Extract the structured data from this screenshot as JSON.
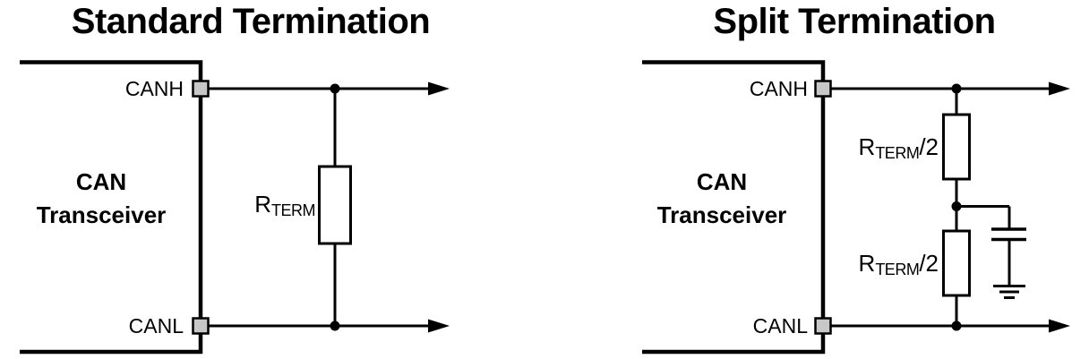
{
  "colors": {
    "line": "#000000",
    "pin_fill": "#c8c8c8",
    "resistor_fill": "#ffffff",
    "background": "#ffffff"
  },
  "diagrams": [
    {
      "title": "Standard Termination",
      "transceiver": [
        "CAN",
        "Transceiver"
      ],
      "pins": {
        "canh": "CANH",
        "canl": "CANL"
      },
      "resistors": [
        {
          "base": "R",
          "sub": "TERM",
          "suffix": ""
        }
      ]
    },
    {
      "title": "Split Termination",
      "transceiver": [
        "CAN",
        "Transceiver"
      ],
      "pins": {
        "canh": "CANH",
        "canl": "CANL"
      },
      "resistors": [
        {
          "base": "R",
          "sub": "TERM",
          "suffix": "/2"
        },
        {
          "base": "R",
          "sub": "TERM",
          "suffix": "/2"
        }
      ]
    }
  ]
}
